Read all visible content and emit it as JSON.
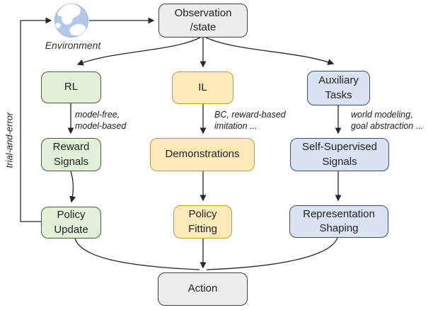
{
  "environment": {
    "label": "Environment",
    "icon": "globe-icon"
  },
  "loop_label": "trial-and-error",
  "nodes": {
    "observation": "Observation\n/state",
    "rl": "RL",
    "il": "IL",
    "aux": "Auxiliary\nTasks",
    "reward": "Reward\nSignals",
    "demonstrations": "Demonstrations",
    "ssl": "Self-Supervised\nSignals",
    "policy_update": "Policy\nUpdate",
    "policy_fitting": "Policy\nFitting",
    "rep_shaping": "Representation\nShaping",
    "action": "Action"
  },
  "annotations": {
    "rl_methods": "model-free,\nmodel-based",
    "il_methods": "BC, reward-based\nimitation ...",
    "aux_methods": "world modeling,\ngoal abstraction ..."
  },
  "colors": {
    "green_fill": "#e2efd9",
    "green_border": "#4b5b38",
    "yellow_fill": "#fdeab8",
    "yellow_border": "#bd9c42",
    "blue_fill": "#dae3f3",
    "blue_border": "#3e4d66",
    "gray_fill": "#ededed",
    "gray_border": "#3f3f3f",
    "line": "#262626",
    "globe_fill": "#b3c7e8"
  }
}
